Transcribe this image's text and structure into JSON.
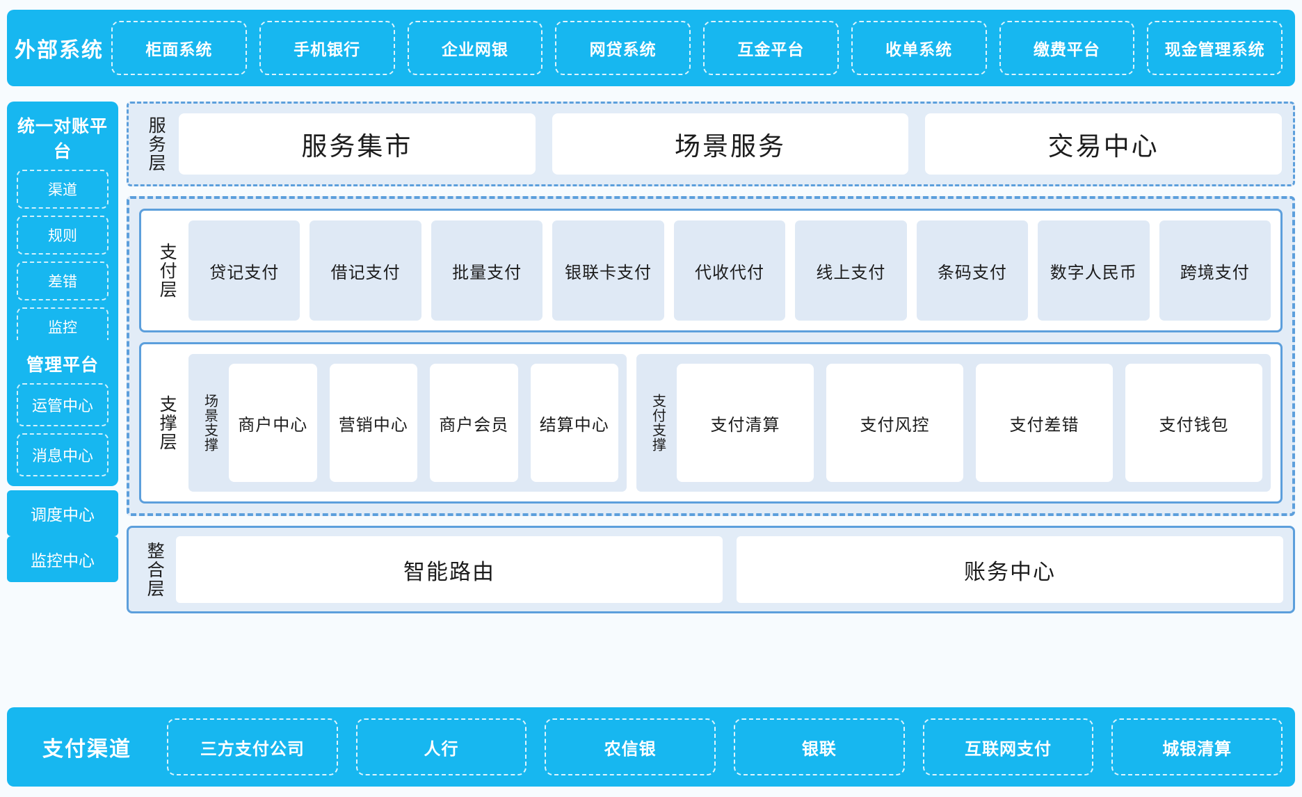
{
  "colors": {
    "brand_cyan": "#17b7f0",
    "panel_blue": "#e2ecf7",
    "chip_blue": "#dfe9f5",
    "border_blue": "#5c9fdc",
    "page_bg": "#f7fbfe",
    "card_white": "#ffffff"
  },
  "external_systems": {
    "title": "外部系统",
    "items": [
      {
        "label": "柜面系统"
      },
      {
        "label": "手机银行"
      },
      {
        "label": "企业网银"
      },
      {
        "label": "网贷系统"
      },
      {
        "label": "互金平台"
      },
      {
        "label": "收单系统"
      },
      {
        "label": "缴费平台"
      },
      {
        "label": "现金管理系统"
      }
    ]
  },
  "left_column": {
    "recon_platform": {
      "title": "统一对账平台",
      "items": [
        {
          "label": "渠道"
        },
        {
          "label": "规则"
        },
        {
          "label": "差错"
        },
        {
          "label": "监控"
        }
      ]
    },
    "mgmt_platform": {
      "title": "管理平台",
      "items": [
        {
          "label": "运管中心"
        },
        {
          "label": "消息中心"
        }
      ]
    },
    "standalone": [
      {
        "label": "调度中心"
      },
      {
        "label": "监控中心"
      }
    ]
  },
  "service_layer": {
    "label": "服务层",
    "items": [
      {
        "label": "服务集市"
      },
      {
        "label": "场景服务"
      },
      {
        "label": "交易中心"
      }
    ]
  },
  "payment_layer": {
    "label": "支付层",
    "items": [
      {
        "label": "贷记支付"
      },
      {
        "label": "借记支付"
      },
      {
        "label": "批量支付"
      },
      {
        "label": "银联卡支付"
      },
      {
        "label": "代收代付"
      },
      {
        "label": "线上支付"
      },
      {
        "label": "条码支付"
      },
      {
        "label": "数字人民币"
      },
      {
        "label": "跨境支付"
      }
    ]
  },
  "support_layer": {
    "label": "支撑层",
    "groups": [
      {
        "label": "场景支撑",
        "items": [
          {
            "label": "商户中心"
          },
          {
            "label": "营销中心"
          },
          {
            "label": "商户会员"
          },
          {
            "label": "结算中心"
          }
        ]
      },
      {
        "label": "支付支撑",
        "items": [
          {
            "label": "支付清算"
          },
          {
            "label": "支付风控"
          },
          {
            "label": "支付差错"
          },
          {
            "label": "支付钱包"
          }
        ]
      }
    ]
  },
  "integration_layer": {
    "label": "整合层",
    "items": [
      {
        "label": "智能路由"
      },
      {
        "label": "账务中心"
      }
    ]
  },
  "payment_channels": {
    "title": "支付渠道",
    "items": [
      {
        "label": "三方支付公司"
      },
      {
        "label": "人行"
      },
      {
        "label": "农信银"
      },
      {
        "label": "银联"
      },
      {
        "label": "互联网支付"
      },
      {
        "label": "城银清算"
      }
    ]
  }
}
